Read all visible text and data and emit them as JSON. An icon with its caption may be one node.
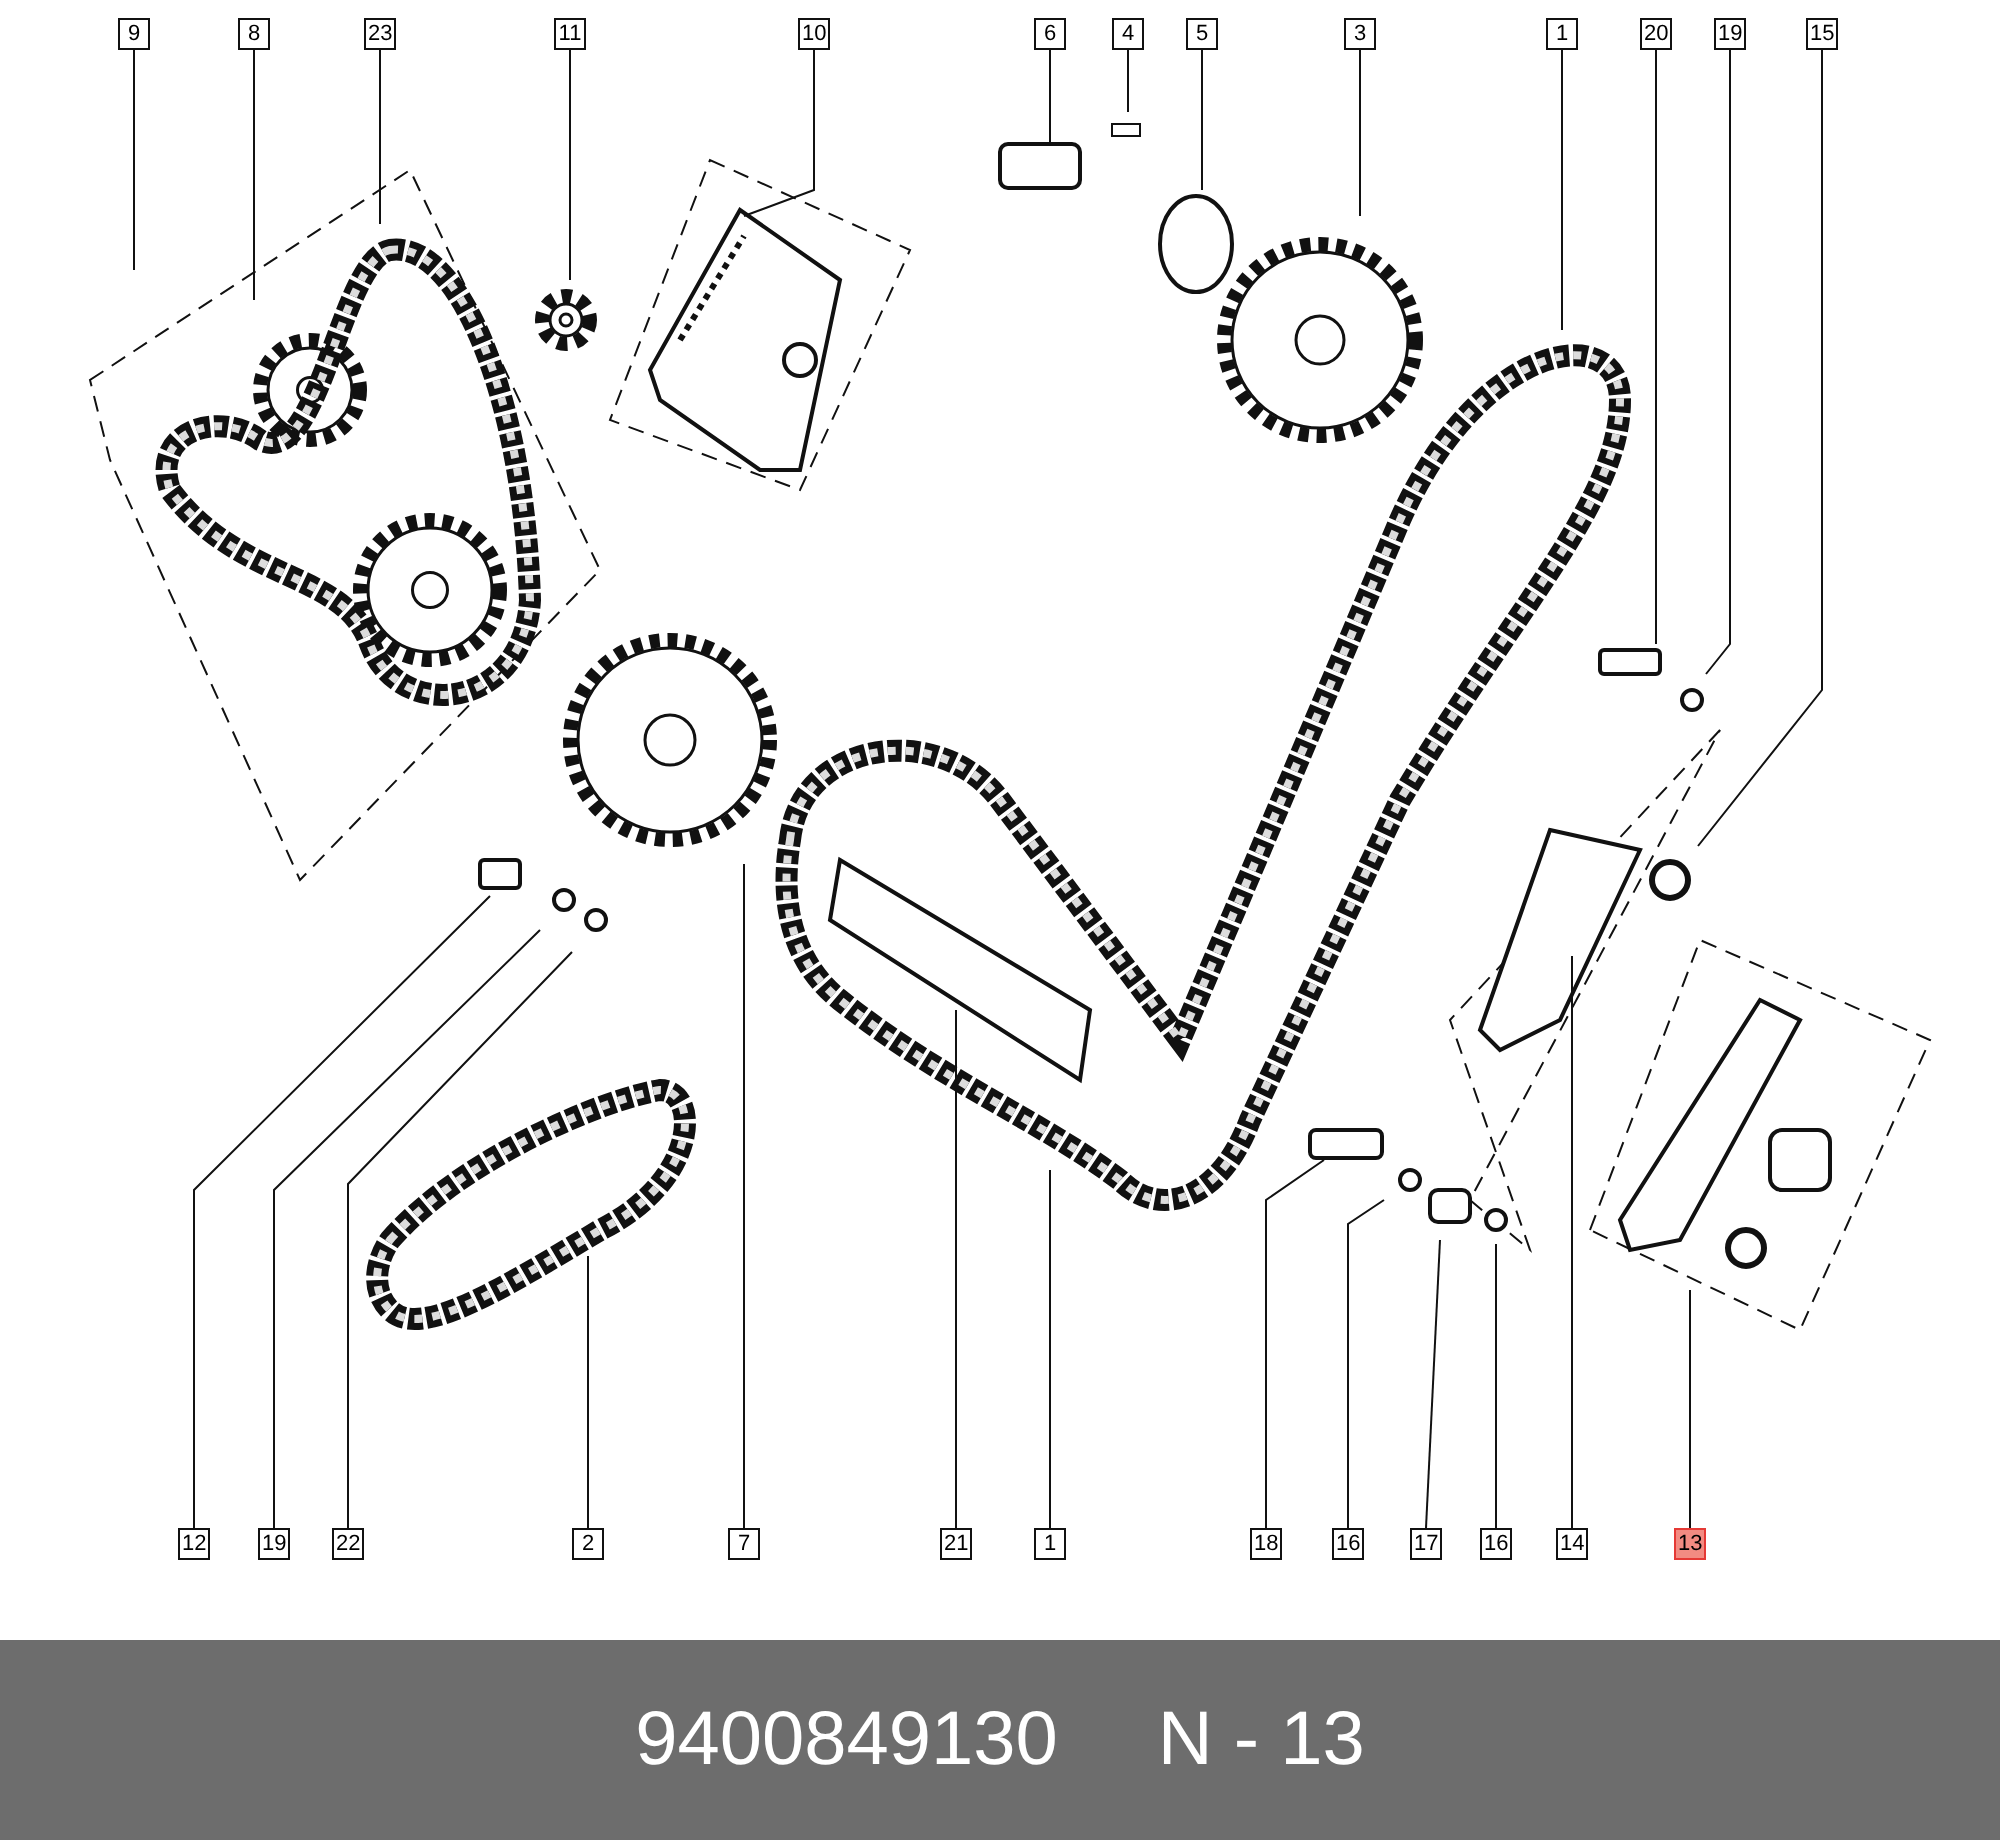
{
  "diagram": {
    "nodes": [
      {
        "text": [
          "9"
        ]
      },
      {
        "text": [
          "8"
        ]
      },
      {
        "text": [
          "23"
        ]
      },
      {
        "text": [
          "11"
        ]
      },
      {
        "text": [
          "10"
        ]
      },
      {
        "text": [
          "6"
        ]
      },
      {
        "text": [
          "4"
        ]
      },
      {
        "text": [
          "5"
        ]
      },
      {
        "text": [
          "3"
        ]
      },
      {
        "text": [
          "1"
        ]
      },
      {
        "text": [
          "20"
        ]
      },
      {
        "text": [
          "19"
        ]
      },
      {
        "text": [
          "15"
        ]
      },
      {
        "text": [
          "12"
        ]
      },
      {
        "text": [
          "19"
        ]
      },
      {
        "text": [
          "22"
        ]
      },
      {
        "text": [
          "2"
        ]
      },
      {
        "text": [
          "7"
        ]
      },
      {
        "text": [
          "21"
        ]
      },
      {
        "text": [
          "1"
        ]
      },
      {
        "text": [
          "18"
        ]
      },
      {
        "text": [
          "16"
        ]
      },
      {
        "text": [
          "17"
        ]
      },
      {
        "text": [
          "16"
        ]
      },
      {
        "text": [
          "14"
        ]
      },
      {
        "text": [
          "13"
        ]
      }
    ],
    "edges": [
      {
        "from": 0,
        "to": null,
        "arrow": "none"
      },
      {
        "from": 1,
        "to": null,
        "arrow": "none"
      },
      {
        "from": 2,
        "to": null,
        "arrow": "none"
      },
      {
        "from": 3,
        "to": null,
        "arrow": "none"
      },
      {
        "from": 4,
        "to": null,
        "arrow": "none"
      },
      {
        "from": 5,
        "to": null,
        "arrow": "none"
      },
      {
        "from": 6,
        "to": null,
        "arrow": "none"
      },
      {
        "from": 7,
        "to": null,
        "arrow": "none"
      },
      {
        "from": 8,
        "to": null,
        "arrow": "none"
      },
      {
        "from": 9,
        "to": null,
        "arrow": "none"
      },
      {
        "from": 10,
        "to": null,
        "arrow": "none"
      },
      {
        "from": 11,
        "to": null,
        "arrow": "none"
      },
      {
        "from": 12,
        "to": null,
        "arrow": "none"
      },
      {
        "from": 13,
        "to": null,
        "arrow": "none"
      },
      {
        "from": 14,
        "to": null,
        "arrow": "none"
      },
      {
        "from": 15,
        "to": null,
        "arrow": "none"
      },
      {
        "from": 16,
        "to": null,
        "arrow": "none"
      },
      {
        "from": 17,
        "to": null,
        "arrow": "none"
      },
      {
        "from": 18,
        "to": null,
        "arrow": "none"
      },
      {
        "from": 19,
        "to": null,
        "arrow": "none"
      },
      {
        "from": 20,
        "to": null,
        "arrow": "none"
      },
      {
        "from": 21,
        "to": null,
        "arrow": "none"
      },
      {
        "from": 22,
        "to": null,
        "arrow": "none"
      },
      {
        "from": 23,
        "to": null,
        "arrow": "none"
      },
      {
        "from": 24,
        "to": null,
        "arrow": "none"
      },
      {
        "from": 25,
        "to": null,
        "arrow": "none"
      }
    ],
    "labels": [
      "9400849130",
      "N - 13"
    ]
  }
}
